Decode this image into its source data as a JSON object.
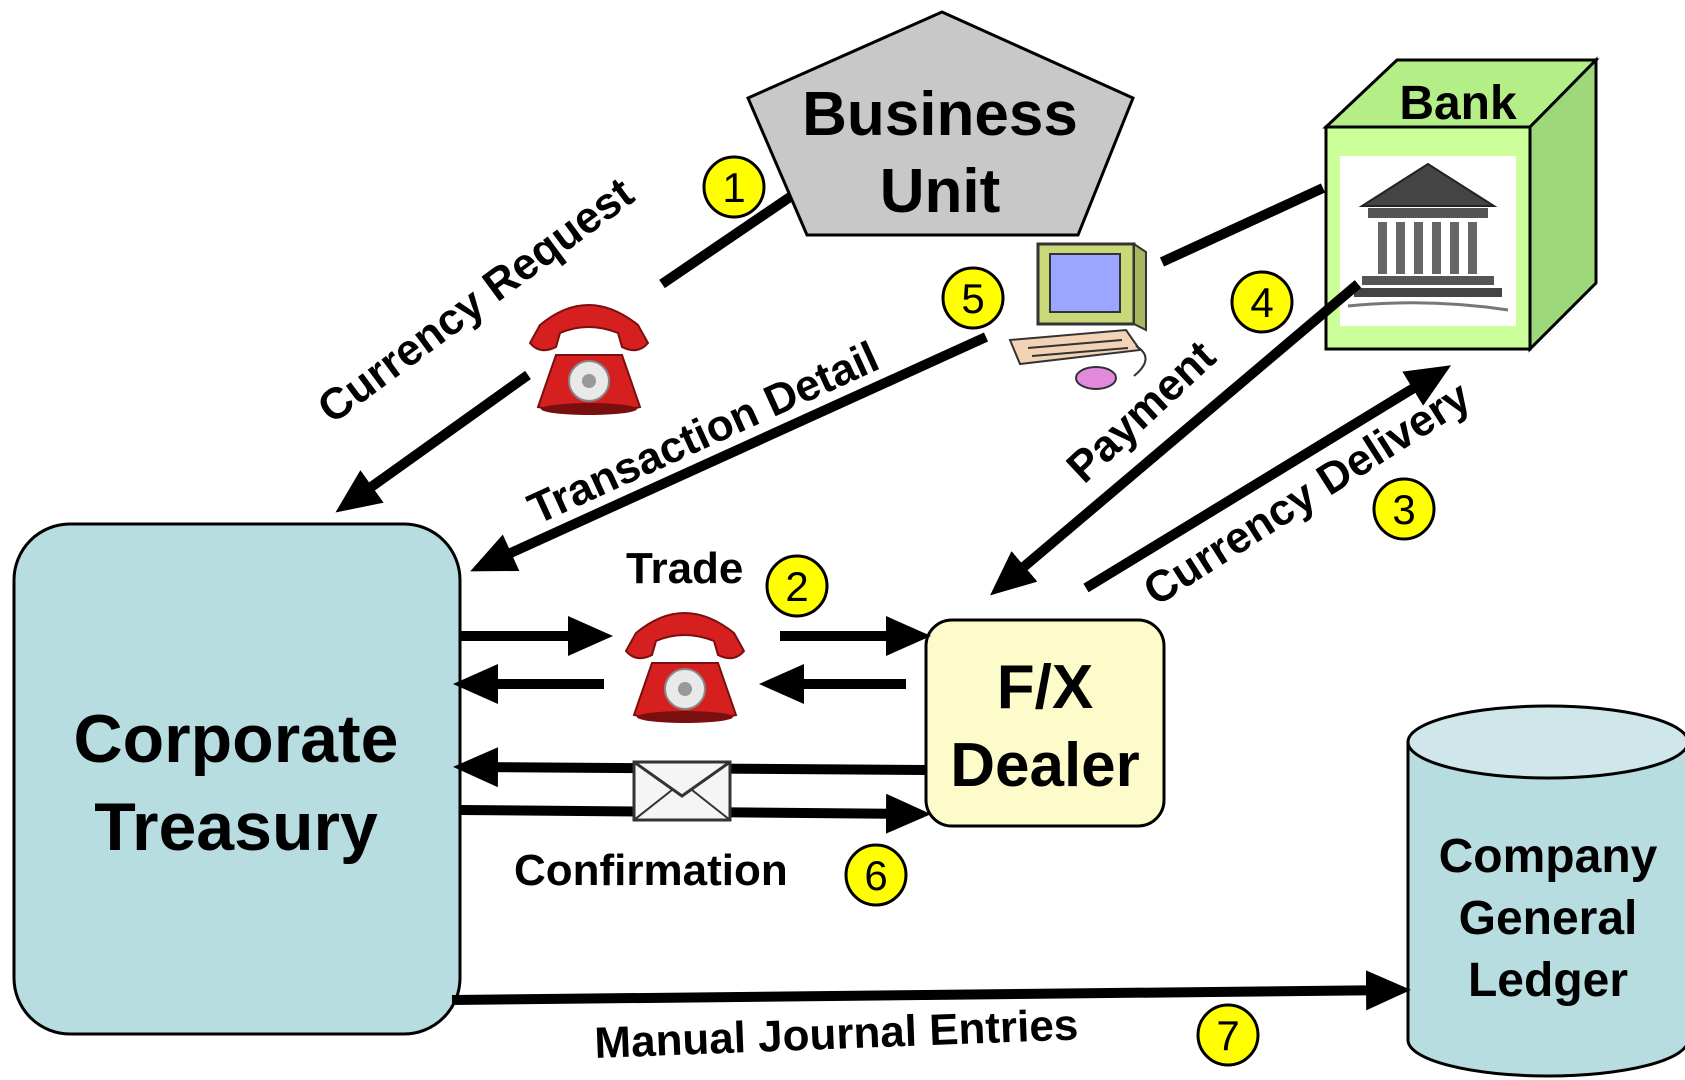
{
  "nodes": {
    "business_unit": [
      "Business",
      "Unit"
    ],
    "bank": "Bank",
    "corporate_treasury": [
      "Corporate",
      "Treasury"
    ],
    "fx_dealer": [
      "F/X",
      "Dealer"
    ],
    "general_ledger": [
      "Company",
      "General",
      "Ledger"
    ]
  },
  "flows": {
    "currency_request": {
      "label": "Currency Request",
      "step": "1"
    },
    "trade": {
      "label": "Trade",
      "step": "2"
    },
    "currency_delivery": {
      "label": "Currency Delivery",
      "step": "3"
    },
    "payment": {
      "label": "Payment",
      "step": "4"
    },
    "transaction_detail": {
      "label": "Transaction Detail",
      "step": "5"
    },
    "confirmation": {
      "label": "Confirmation",
      "step": "6"
    },
    "manual_journal_entries": {
      "label": "Manual Journal Entries",
      "step": "7"
    }
  },
  "colors": {
    "treasury_fill": "#b8dde1",
    "dealer_fill": "#fdfbc9",
    "bank_front": "#ccff99",
    "bank_side": "#9fd87a",
    "business_unit_fill": "#c8c8c8",
    "ledger_fill": "#b8dde1",
    "step_badge": "#ffff00",
    "phone_red": "#d62020"
  },
  "icons": [
    "telephone-icon",
    "computer-icon",
    "envelope-icon",
    "bank-building-icon"
  ]
}
